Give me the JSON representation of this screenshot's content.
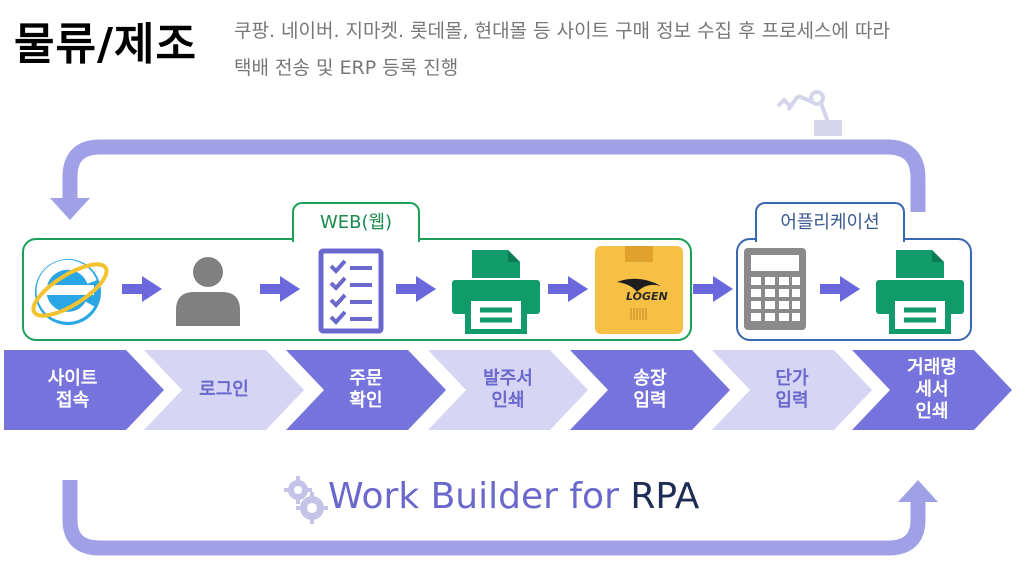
{
  "title": "물류/제조",
  "description": {
    "line1": "쿠팡. 네이버. 지마켓. 롯데몰, 현대몰 등 사이트 구매 정보 수집 후 프로세스에 따라",
    "line2": "택배 전송 및 ERP 등록 진행"
  },
  "groups": {
    "web": "WEB(웹)",
    "app": "어플리케이션"
  },
  "icons": [
    "internet-explorer-icon",
    "user-icon",
    "checklist-icon",
    "printer-icon",
    "logen-box-icon",
    "calculator-icon",
    "printer-icon",
    "robot-arm-icon",
    "gears-icon"
  ],
  "logen_label": "LOGEN",
  "steps": [
    {
      "line1": "사이트",
      "line2": "접속",
      "style": "dark"
    },
    {
      "line1": "로그인",
      "line2": "",
      "style": "light"
    },
    {
      "line1": "주문",
      "line2": "확인",
      "style": "dark"
    },
    {
      "line1": "발주서",
      "line2": "인쇄",
      "style": "light"
    },
    {
      "line1": "송장",
      "line2": "입력",
      "style": "dark"
    },
    {
      "line1": "단가",
      "line2": "입력",
      "style": "light"
    },
    {
      "line1": "거래명",
      "line2": "세서",
      "line3": "인쇄",
      "style": "dark"
    }
  ],
  "colors": {
    "dark_step": "#7773dd",
    "light_step": "#d6d5f4",
    "loop_arrow": "#9fa0e6",
    "flow_arrow": "#6b67dd",
    "web_border": "#1aa05a",
    "app_border": "#3a68b0",
    "printer": "#129b6a"
  },
  "footer": {
    "text": "Work Builder for ",
    "highlight": "RPA"
  }
}
